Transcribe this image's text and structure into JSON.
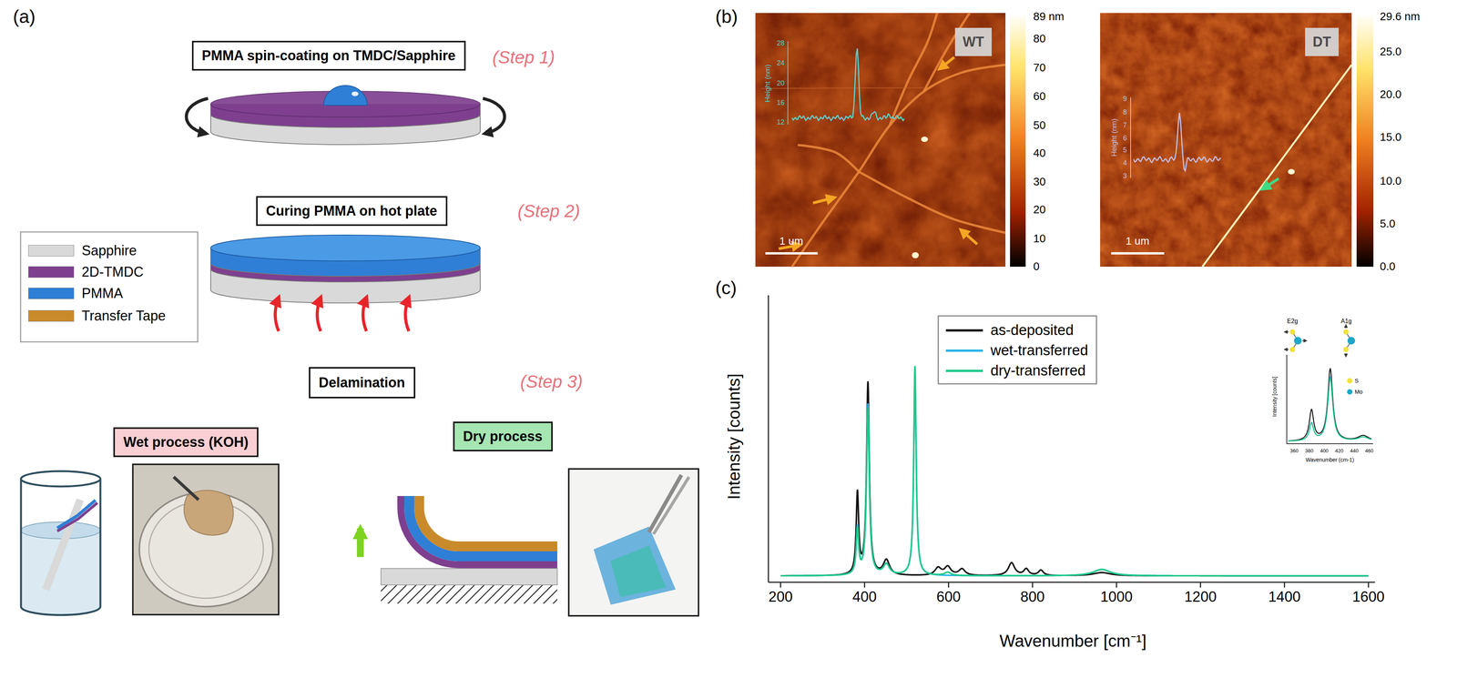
{
  "diagram": {
    "nodes": [
      {
        "text": [
          "PMMA spin-coating on TMDC/Sapphire"
        ]
      },
      {
        "text": [
          "Curing PMMA on hot plate"
        ]
      },
      {
        "text": [
          "Delamination"
        ]
      },
      {
        "text": [
          "Wet process (KOH)"
        ]
      },
      {
        "text": [
          "Dry process"
        ]
      },
      {
        "text": [
          "WT"
        ]
      },
      {
        "text": [
          "DT"
        ]
      }
    ],
    "labels": [
      "(a)",
      "(Step 1)",
      "(Step 2)",
      "(Step 3)",
      "(b)",
      "89 nm",
      "80",
      "70",
      "60",
      "50",
      "40",
      "30",
      "20",
      "10",
      "0",
      "29.6 nm",
      "25.0",
      "20.0",
      "15.0",
      "10.0",
      "5.0",
      "0.0",
      "1 um",
      "1 um",
      "Height (nm)",
      "28",
      "24",
      "20",
      "16",
      "12",
      "Height (nm)",
      "9",
      "8",
      "7",
      "6",
      "5",
      "4",
      "3",
      "(c)",
      "Intensity [counts]",
      "Wavenumber [cm⁻¹]",
      "200",
      "400",
      "600",
      "800",
      "1000",
      "1200",
      "1400",
      "1600",
      "E2g",
      "A1g",
      "S",
      "Mo",
      "Intensity [counts]",
      "Wavenumber (cm-1)",
      "360",
      "380",
      "400",
      "420",
      "440",
      "460"
    ],
    "legend": [
      {
        "text": "Sapphire",
        "color": "#d9d9d9"
      },
      {
        "text": "2D-TMDC",
        "color": "#7e3f8f"
      },
      {
        "text": "PMMA",
        "color": "#2f7fd6"
      },
      {
        "text": "Transfer Tape",
        "color": "#c98a2b"
      },
      {
        "text": "as-deposited"
      },
      {
        "text": "wet-transferred"
      },
      {
        "text": "dry-transferred"
      }
    ]
  }
}
